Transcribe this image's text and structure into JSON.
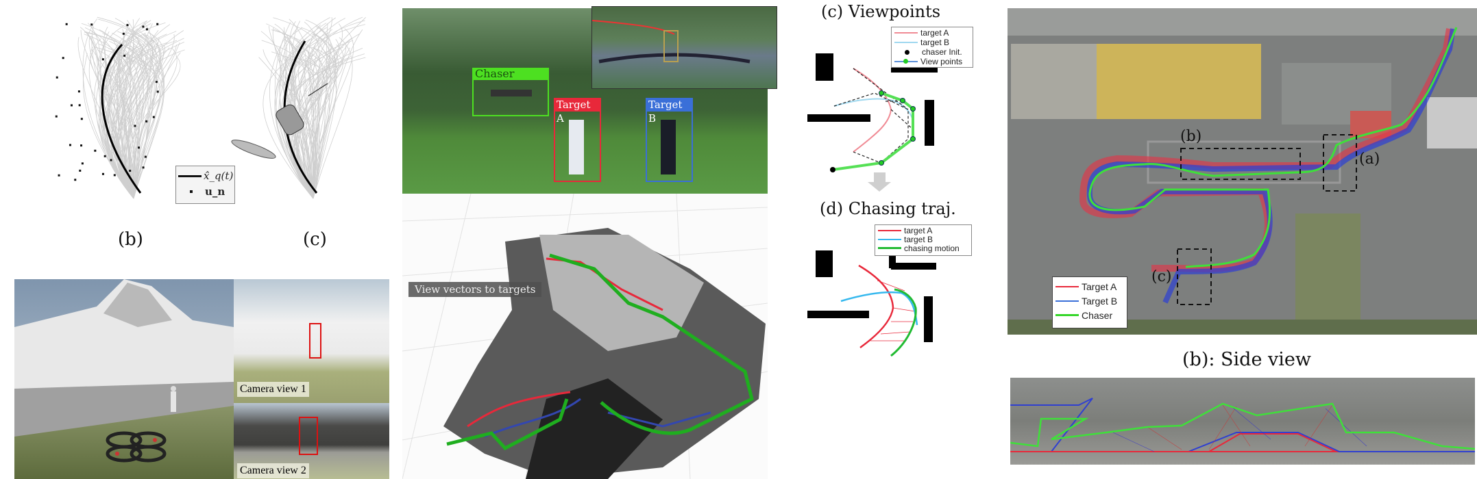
{
  "panel_trajectories": {
    "legend": {
      "line_label": "x̂_q(t)",
      "dot_label": "u_n"
    },
    "caption_b": "(b)",
    "caption_c": "(c)"
  },
  "panel_simulation": {
    "camera_view_1": "Camera view 1",
    "camera_view_2": "Camera view 2"
  },
  "panel_real": {
    "chaser_label": "Chaser",
    "target_a_label": "Target A",
    "target_b_label": "Target B",
    "view_vectors_label": "View vectors to targets"
  },
  "panel_planning": {
    "viewpoints_title": "(c) Viewpoints",
    "viewpoints_legend": [
      "target A",
      "target B",
      "chaser Init.",
      "View points"
    ],
    "chasing_title": "(d) Chasing traj.",
    "chasing_legend": [
      "target A",
      "target B",
      "chasing motion"
    ]
  },
  "panel_aerial": {
    "region_labels": [
      "(b)",
      "(a)",
      "(c)"
    ],
    "legend": [
      "Target A",
      "Target B",
      "Chaser"
    ],
    "side_view_title": "(b): Side view"
  },
  "colors": {
    "target_a": "#e8283a",
    "target_b": "#3a6fd8",
    "chaser": "#35d62a",
    "light_blue": "#5cc8f0"
  }
}
